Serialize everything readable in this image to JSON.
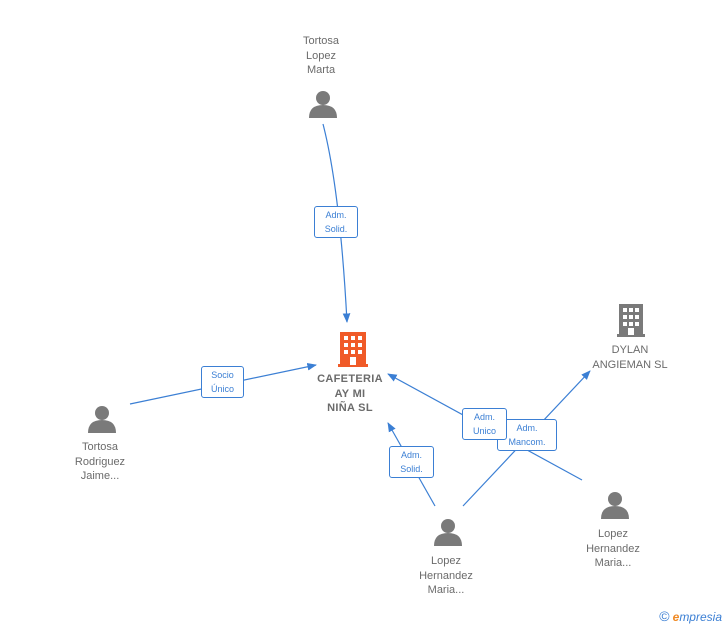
{
  "nodes": {
    "tortosa_lopez_marta": {
      "label": "Tortosa\nLopez\nMarta",
      "type": "person"
    },
    "cafeteria": {
      "label": "CAFETERIA\nAY MI\nNIÑA  SL",
      "type": "company",
      "color": "#f05a28"
    },
    "dylan": {
      "label": "DYLAN\nANGIEMAN  SL",
      "type": "company",
      "color": "#7a7a7a"
    },
    "tortosa_rodriguez": {
      "label": "Tortosa\nRodriguez\nJaime...",
      "type": "person"
    },
    "lopez_hernandez_1": {
      "label": "Lopez\nHernandez\nMaria...",
      "type": "person"
    },
    "lopez_hernandez_2": {
      "label": "Lopez\nHernandez\nMaria...",
      "type": "person"
    }
  },
  "edges": {
    "marta_cafeteria": "Adm.\nSolid.",
    "jaime_cafeteria": "Socio\nÚnico",
    "maria1_cafeteria": "Adm.\nSolid.",
    "maria2_cafeteria": "Adm.\nUnico",
    "maria1_dylan": "Adm.\nMancom."
  },
  "brand": {
    "copyright": "©",
    "first": "e",
    "rest": "mpresia"
  },
  "colors": {
    "edge": "#3b7fd4",
    "person": "#7a7a7a",
    "label": "#6b6b6b"
  }
}
